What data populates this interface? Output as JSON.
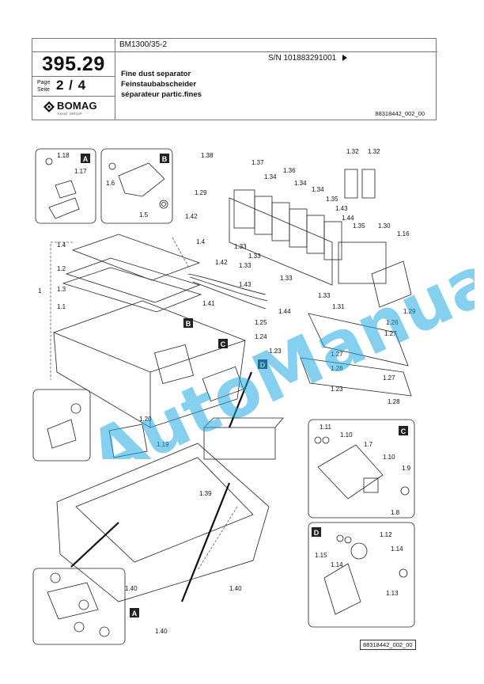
{
  "header": {
    "model": "BM1300/35-2",
    "page_number": "395.29",
    "page_label_de": "Page",
    "page_label_en": "Seite",
    "page_of": "2 / 4",
    "serial": "S/N 101883291001",
    "title_en": "Fine dust separator",
    "title_de": "Feinstaubabscheider",
    "title_fr": "séparateur partic.fines",
    "doc_id": "88318442_002_00"
  },
  "logo": {
    "name": "BOMAG",
    "sub": "FAYAT GROUP"
  },
  "watermark": "AutoManual",
  "callouts": {
    "A": "A",
    "B": "B",
    "C": "C",
    "D": "D"
  },
  "labels": {
    "l1_18": "1.18",
    "l1_17": "1.17",
    "l1_6": "1.6",
    "l1_5": "1.5",
    "l1_38": "1.38",
    "l1_37": "1.37",
    "l1_34a": "1.34",
    "l1_36": "1.36",
    "l1_29a": "1.29",
    "l1_34b": "1.34",
    "l1_34c": "1.34",
    "l1_32a": "1.32",
    "l1_32b": "1.32",
    "l1_35a": "1.35",
    "l1_43a": "1.43",
    "l1_44a": "1.44",
    "l1_35b": "1.35",
    "l1_42a": "1.42",
    "l1_4a": "1.4",
    "l1_33a": "1.33",
    "l1_33b": "1.33",
    "l1_30": "1.30",
    "l1_16": "1.16",
    "l1_4b": "1.4",
    "l1_2": "1.2",
    "l1_42b": "1.42",
    "l1_33c": "1.33",
    "l1_3": "1.3",
    "l1_43b": "1.43",
    "l1_33d": "1.33",
    "l1": "1",
    "l1_1": "1.1",
    "l1_41": "1.41",
    "l1_33e": "1.33",
    "l1_44b": "1.44",
    "l1_31": "1.31",
    "l1_29b": "1.29",
    "l1_25": "1.25",
    "l1_26": "1.26",
    "l1_24": "1.24",
    "l1_27a": "1.27",
    "l1_23a": "1.23",
    "l1_27b": "1.27",
    "l1_28a": "1.28",
    "l1_23b": "1.23",
    "l1_27c": "1.27",
    "l1_28b": "1.28",
    "l1_20": "1.20",
    "l1_19": "1.19",
    "l1_11": "1.11",
    "l1_10a": "1.10",
    "l1_7": "1.7",
    "l1_10b": "1.10",
    "l1_9": "1.9",
    "l1_8": "1.8",
    "l1_39": "1.39",
    "l1_12": "1.12",
    "l1_15": "1.15",
    "l1_14a": "1.14",
    "l1_14b": "1.14",
    "l1_13": "1.13",
    "l1_40a": "1.40",
    "l1_40b": "1.40",
    "l1_40c": "1.40"
  },
  "footer_id": "88318442_002_00"
}
